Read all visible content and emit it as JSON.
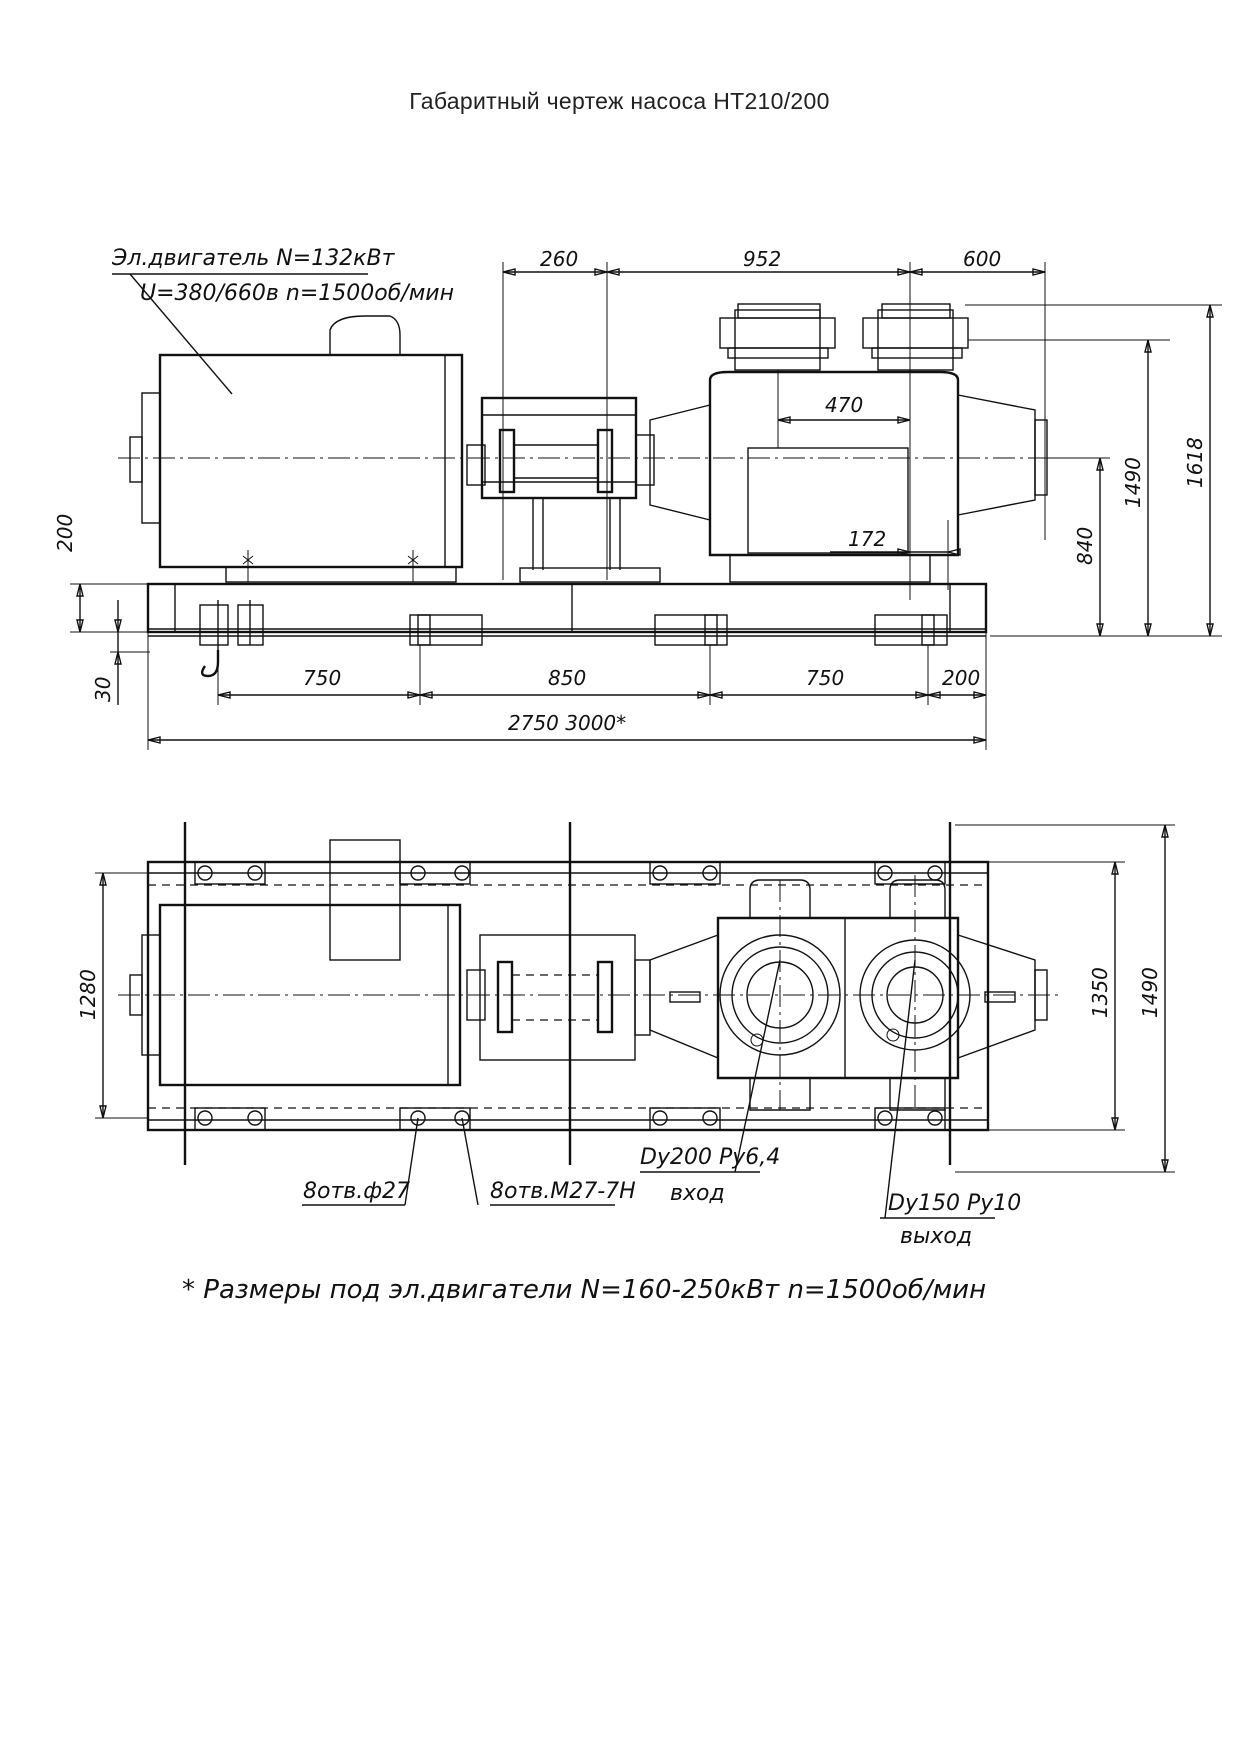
{
  "title": "Габаритный чертеж насоса  НТ210/200",
  "side_view": {
    "motor_label_line1": "Эл.двигатель N=132кВт",
    "motor_label_line2": "U=380/660в n=1500об/мин",
    "dims": {
      "d260": "260",
      "d952": "952",
      "d600": "600",
      "d470": "470",
      "d172": "172",
      "d200_left": "200",
      "d30": "30",
      "d840": "840",
      "d1490": "1490",
      "d1618": "1618",
      "d750_a": "750",
      "d850": "850",
      "d750_b": "750",
      "d200_right": "200",
      "overall": "2750   3000*"
    }
  },
  "top_view": {
    "dims": {
      "d1280": "1280",
      "d1350": "1350",
      "d1490": "1490"
    },
    "callout_holes_1": "8отв.ф27",
    "callout_holes_2": "8отв.М27-7Н",
    "inlet_line1": "Dy200 Py6,4",
    "inlet_line2": "вход",
    "outlet_line1": "Dy150 Py10",
    "outlet_line2": "выход"
  },
  "footnote": "* Размеры под эл.двигатели N=160-250кВт   n=1500об/мин"
}
